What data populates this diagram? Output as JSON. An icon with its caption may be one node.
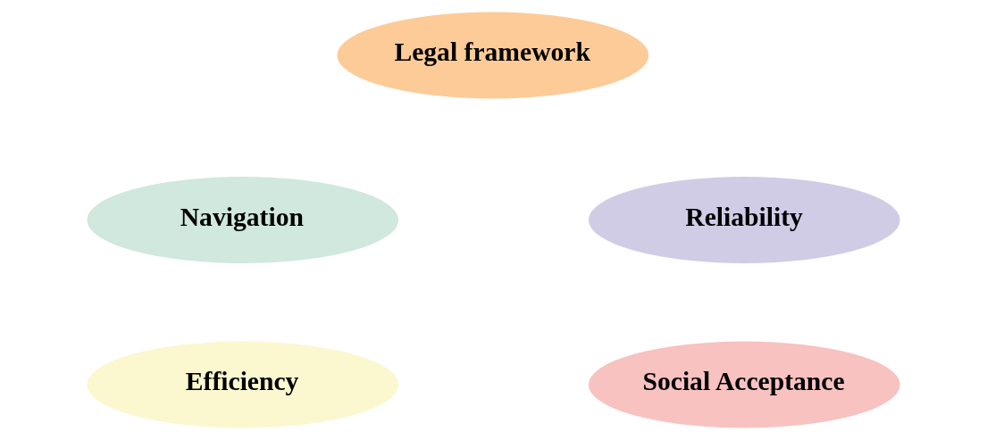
{
  "diagram": {
    "nodes": [
      {
        "text": [
          "Legal framework"
        ]
      },
      {
        "text": [
          "Navigation"
        ]
      },
      {
        "text": [
          "Reliability"
        ]
      },
      {
        "text": [
          "Efficiency"
        ]
      },
      {
        "text": [
          "Social Acceptance"
        ]
      }
    ]
  }
}
